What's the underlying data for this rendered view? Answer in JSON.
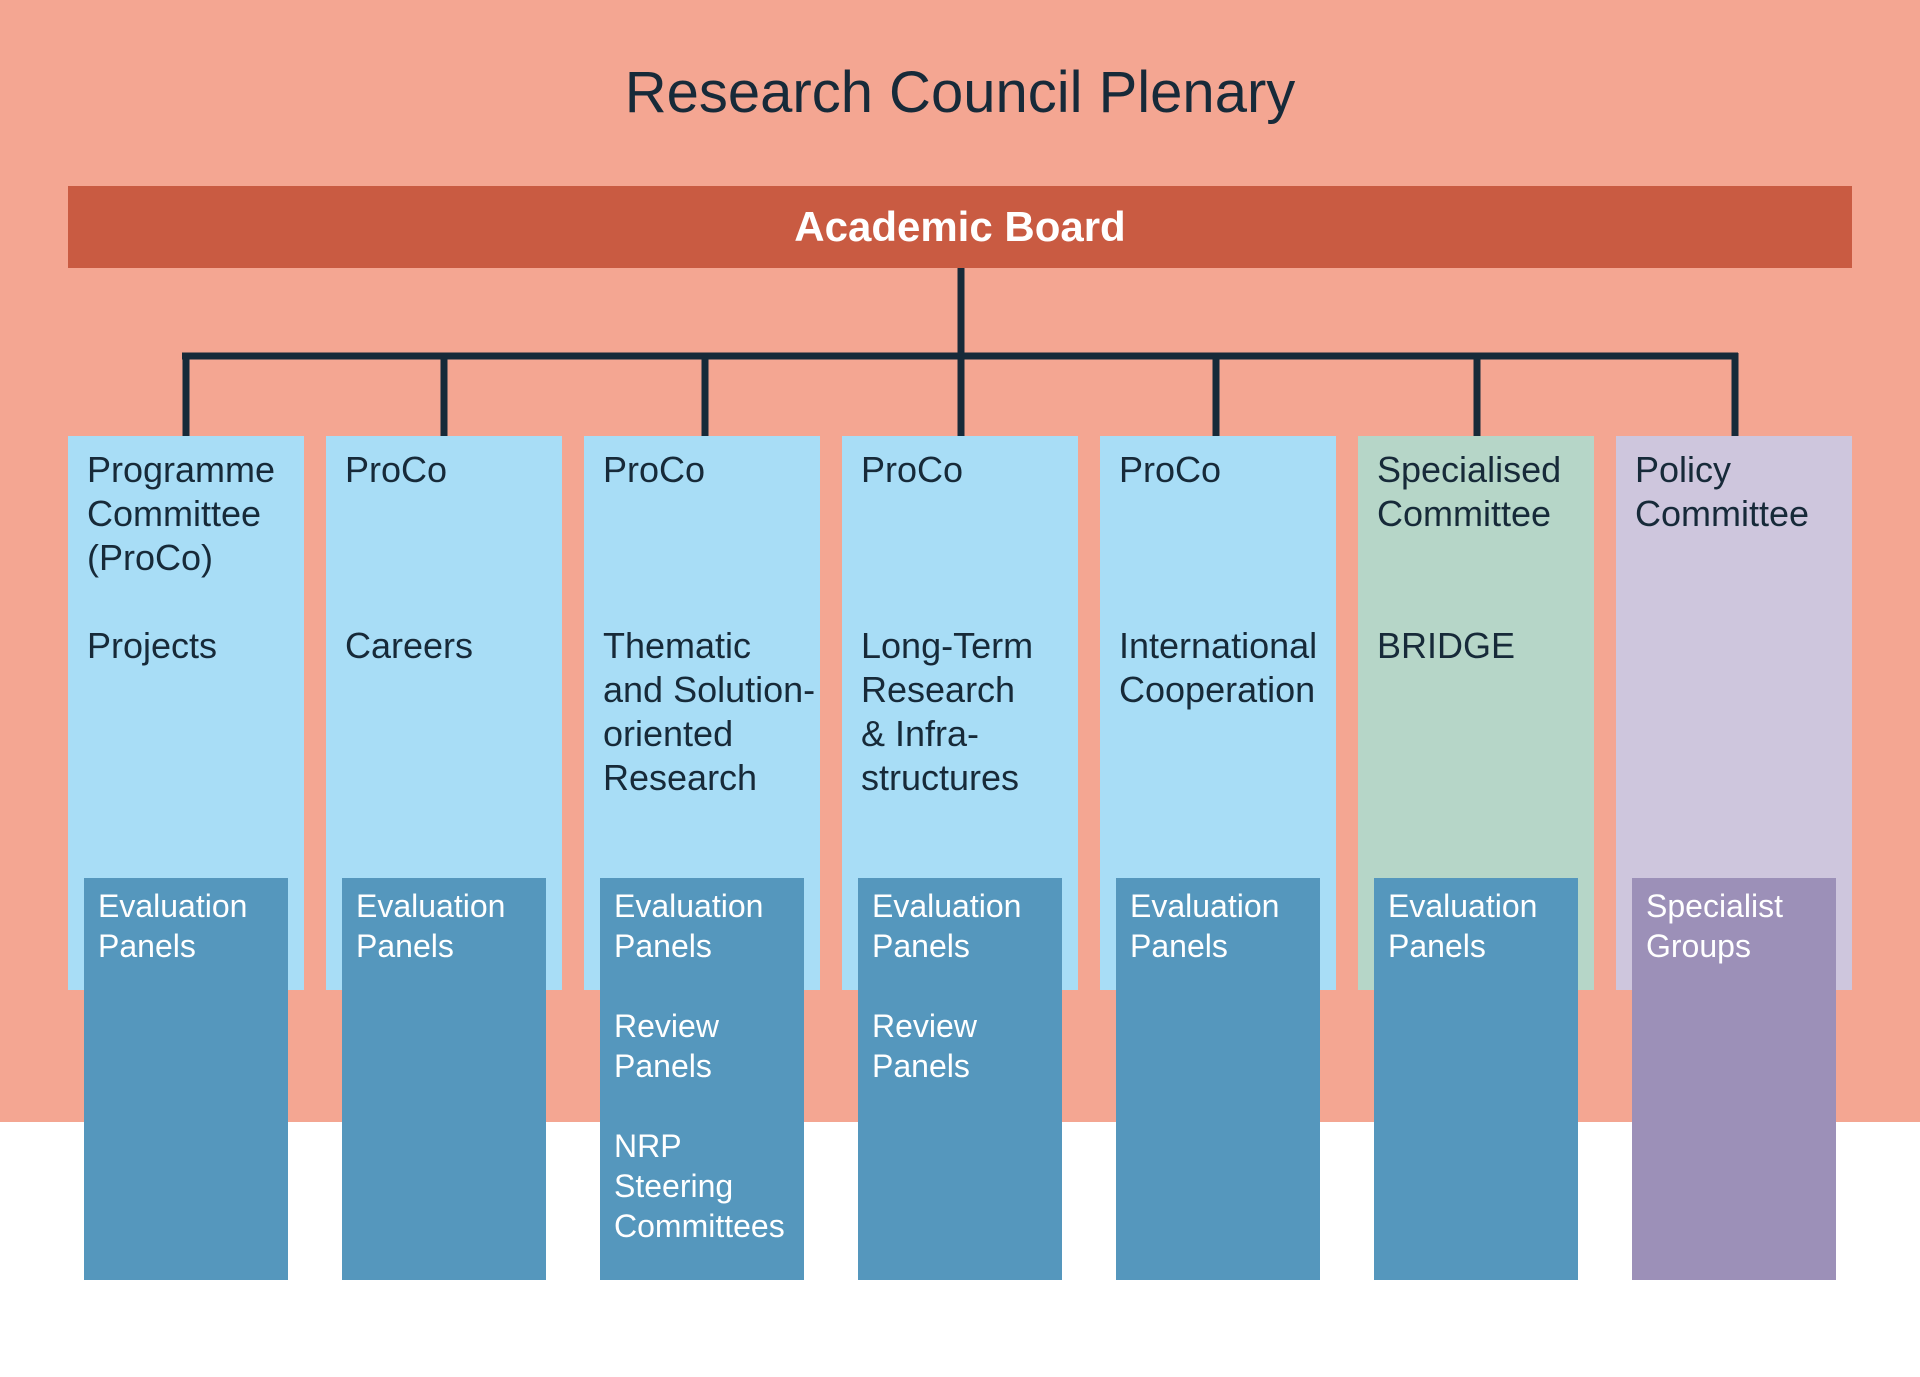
{
  "title": "Research Council Plenary",
  "board": {
    "label": "Academic Board"
  },
  "colors": {
    "background": "#f4a692",
    "board": "#c95b42",
    "proco": "#a8ddf6",
    "specialised": "#b6d6c8",
    "policy": "#cec6dd",
    "panels": "#5597bd",
    "specialist_groups": "#9c90b8",
    "lines": "#172a39"
  },
  "columns": [
    {
      "heading": "Programme\nCommittee\n(ProCo)",
      "topic": "Projects",
      "subunits": [
        "Evaluation\nPanels"
      ]
    },
    {
      "heading": "ProCo",
      "topic": "Careers",
      "subunits": [
        "Evaluation\nPanels"
      ]
    },
    {
      "heading": "ProCo",
      "topic": "Thematic\nand Solution-\noriented\nResearch",
      "subunits": [
        "Evaluation\nPanels",
        "Review\nPanels",
        "NRP\nSteering\nCommittees"
      ]
    },
    {
      "heading": "ProCo",
      "topic": "Long-Term\nResearch\n& Infra-\nstructures",
      "subunits": [
        "Evaluation\nPanels",
        "Review\nPanels"
      ]
    },
    {
      "heading": "ProCo",
      "topic": "International\nCooperation",
      "subunits": [
        "Evaluation\nPanels"
      ]
    },
    {
      "heading": "Specialised\nCommittee",
      "topic": "BRIDGE",
      "subunits": [
        "Evaluation\nPanels"
      ]
    },
    {
      "heading": "Policy\nCommittee",
      "topic": "",
      "subunits": [
        "Specialist\nGroups"
      ]
    }
  ]
}
